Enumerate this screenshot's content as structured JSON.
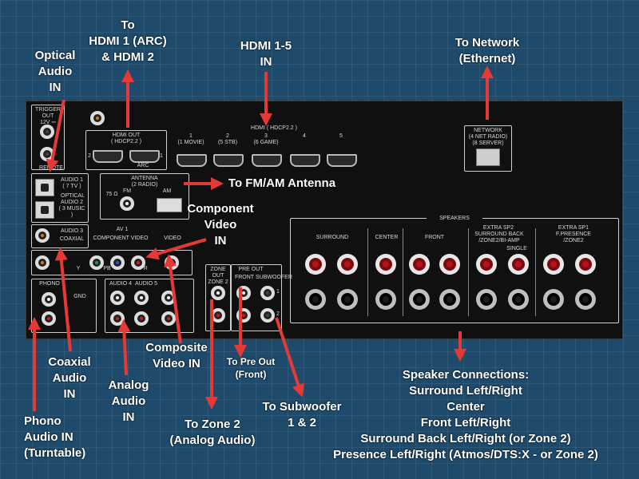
{
  "labels": {
    "hdmi_out": "To\nHDMI 1 (ARC)\n& HDMI 2",
    "hdmi_in": "HDMI 1-5\nIN",
    "network": "To Network\n(Ethernet)",
    "optical": "Optical\nAudio\nIN",
    "fm_am": "To FM/AM Antenna",
    "component": "Component\nVideo\nIN",
    "coaxial": "Coaxial\nAudio\nIN",
    "analog": "Analog\nAudio\nIN",
    "composite": "Composite\nVideo IN",
    "pre_out": "To Pre Out\n(Front)",
    "subwoofer": "To Subwoofer\n1 & 2",
    "zone2": "To Zone 2\n(Analog Audio)",
    "phono": "Phono\nAudio IN\n(Turntable)",
    "speakers": "Speaker Connections:\nSurround Left/Right\nCenter\nFront Left/Right\nSurround Back Left/Right (or Zone 2)\nPresence Left/Right (Atmos/DTS:X - or Zone 2)"
  },
  "panel": {
    "trigger": "TRIGGER OUT\n12V ⎓ 0.1A",
    "remote": "REMOTE",
    "hdmi_out": "HDMI OUT\n( HDCP2.2 )",
    "hdmi_out_ports": [
      "2",
      "1"
    ],
    "arc": "ARC",
    "hdmi_in": "HDMI ( HDCP2.2 )",
    "hdmi_in_ports": [
      "1\n(1 MOVIE)",
      "2\n(5 STB)",
      "3\n(6 GAME)",
      "4",
      "5"
    ],
    "network": "NETWORK\n(4 NET RADIO)\n(8 SERVER)",
    "antenna": "ANTENNA\n(2 RADIO)",
    "fm": "FM",
    "am": "AM",
    "ohm": "75 Ω",
    "audio1": "AUDIO 1\n( 7 TV )",
    "audio2": "AUDIO 2\n( 3 MUSIC )",
    "optical": "OPTICAL",
    "audio3": "AUDIO 3",
    "coaxial": "COAXIAL",
    "av1": "AV 1",
    "component_video": "COMPONENT VIDEO",
    "video": "VIDEO",
    "pb": "PB",
    "pr": "PR",
    "y": "Y",
    "phono": "PHONO",
    "gnd": "GND",
    "audio4": "AUDIO 4",
    "audio5": "AUDIO 5",
    "zone_out": "ZONE OUT\nZONE 2",
    "pre_out": "PRE OUT",
    "front": "FRONT",
    "subwoofer": "SUBWOOFER",
    "sub_1": "1",
    "sub_2": "2",
    "speakers": "SPEAKERS",
    "surround": "SURROUND",
    "center": "CENTER",
    "front_spk": "FRONT",
    "extra_sp2": "EXTRA SP2",
    "surround_back": "SURROUND BACK\n/ZONE2/BI-AMP",
    "single": "SINGLE",
    "extra_sp1": "EXTRA SP1",
    "presence": "F.PRESENCE\n/ZONE2"
  },
  "colors": {
    "background": "#1e4a6b",
    "arrow": "#e53935",
    "label": "#ffffff",
    "panel": "#101010"
  }
}
